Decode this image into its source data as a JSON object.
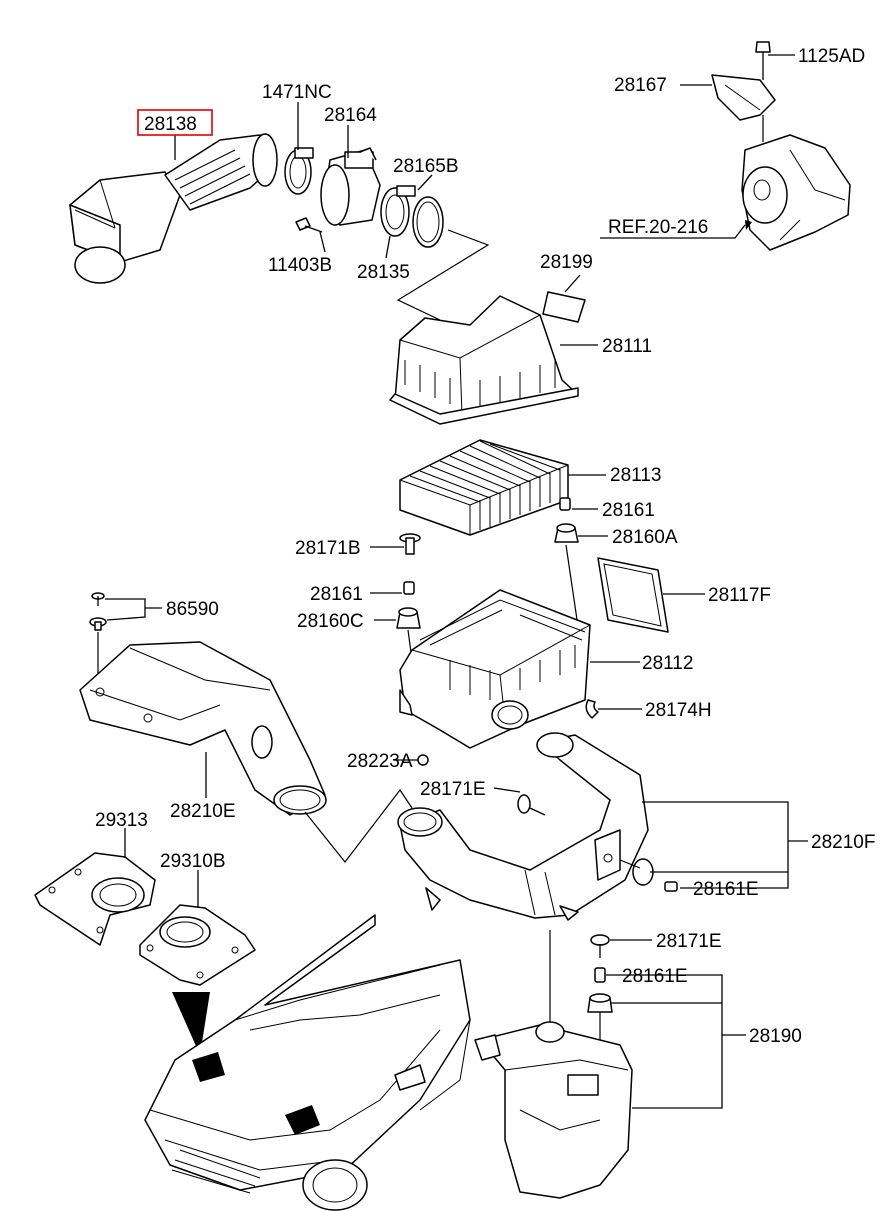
{
  "colors": {
    "highlight": "#e00000",
    "line": "#000000",
    "background": "#ffffff"
  },
  "labels": {
    "p28138": "28138",
    "p1471NC": "1471NC",
    "p28164": "28164",
    "p28165B": "28165B",
    "p11403B": "11403B",
    "p28135": "28135",
    "p1125AD": "1125AD",
    "p28167": "28167",
    "ref": "REF.20-216",
    "p28199": "28199",
    "p28111": "28111",
    "p28113": "28113",
    "p28161a": "28161",
    "p28160A": "28160A",
    "p28171B": "28171B",
    "p28161b": "28161",
    "p28117F": "28117F",
    "p86590": "86590",
    "p28160C": "28160C",
    "p28112": "28112",
    "p28174H": "28174H",
    "p28223A": "28223A",
    "p28210E": "28210E",
    "p28171Ea": "28171E",
    "p28210F": "28210F",
    "p29313": "29313",
    "p28161Ea": "28161E",
    "p29310B": "29310B",
    "p28171Eb": "28171E",
    "p28161Eb": "28161E",
    "p28190": "28190"
  }
}
